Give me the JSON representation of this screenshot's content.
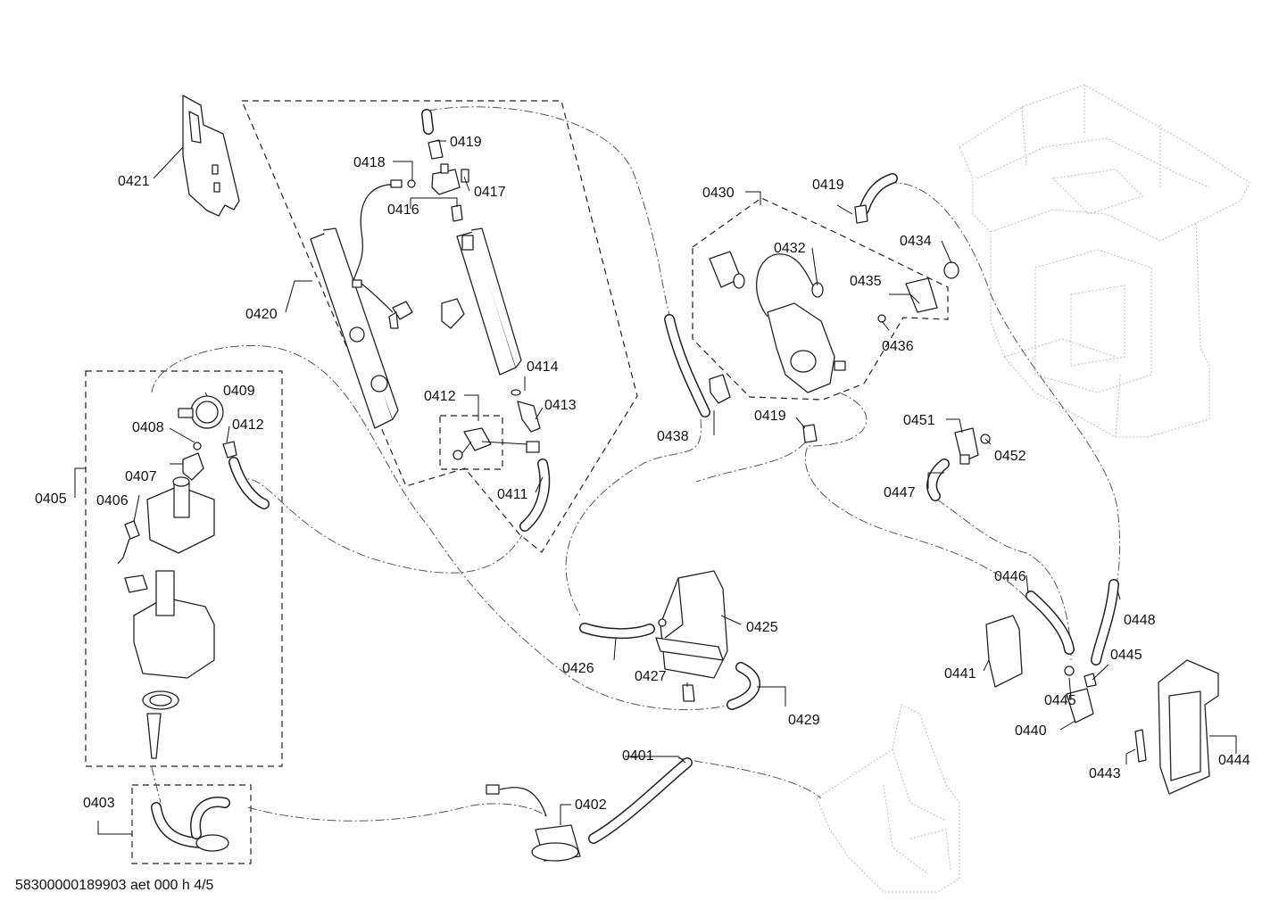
{
  "footer_code": "58300000189903 aet 000 h 4/5",
  "labels": [
    {
      "id": "0401",
      "text": "0401"
    },
    {
      "id": "0402",
      "text": "0402"
    },
    {
      "id": "0403",
      "text": "0403"
    },
    {
      "id": "0405",
      "text": "0405"
    },
    {
      "id": "0406",
      "text": "0406"
    },
    {
      "id": "0407",
      "text": "0407"
    },
    {
      "id": "0408",
      "text": "0408"
    },
    {
      "id": "0409",
      "text": "0409"
    },
    {
      "id": "0411",
      "text": "0411"
    },
    {
      "id": "0412a",
      "text": "0412"
    },
    {
      "id": "0412b",
      "text": "0412"
    },
    {
      "id": "0413",
      "text": "0413"
    },
    {
      "id": "0414",
      "text": "0414"
    },
    {
      "id": "0416",
      "text": "0416"
    },
    {
      "id": "0417",
      "text": "0417"
    },
    {
      "id": "0418",
      "text": "0418"
    },
    {
      "id": "0419a",
      "text": "0419"
    },
    {
      "id": "0419b",
      "text": "0419"
    },
    {
      "id": "0419c",
      "text": "0419"
    },
    {
      "id": "0420",
      "text": "0420"
    },
    {
      "id": "0421",
      "text": "0421"
    },
    {
      "id": "0425",
      "text": "0425"
    },
    {
      "id": "0426",
      "text": "0426"
    },
    {
      "id": "0427",
      "text": "0427"
    },
    {
      "id": "0429",
      "text": "0429"
    },
    {
      "id": "0430",
      "text": "0430"
    },
    {
      "id": "0432",
      "text": "0432"
    },
    {
      "id": "0434",
      "text": "0434"
    },
    {
      "id": "0435",
      "text": "0435"
    },
    {
      "id": "0436",
      "text": "0436"
    },
    {
      "id": "0438",
      "text": "0438"
    },
    {
      "id": "0440",
      "text": "0440"
    },
    {
      "id": "0441",
      "text": "0441"
    },
    {
      "id": "0443",
      "text": "0443"
    },
    {
      "id": "0444",
      "text": "0444"
    },
    {
      "id": "0445a",
      "text": "0445"
    },
    {
      "id": "0445b",
      "text": "0445"
    },
    {
      "id": "0446",
      "text": "0446"
    },
    {
      "id": "0447",
      "text": "0447"
    },
    {
      "id": "0448",
      "text": "0448"
    },
    {
      "id": "0451",
      "text": "0451"
    },
    {
      "id": "0452",
      "text": "0452"
    }
  ]
}
